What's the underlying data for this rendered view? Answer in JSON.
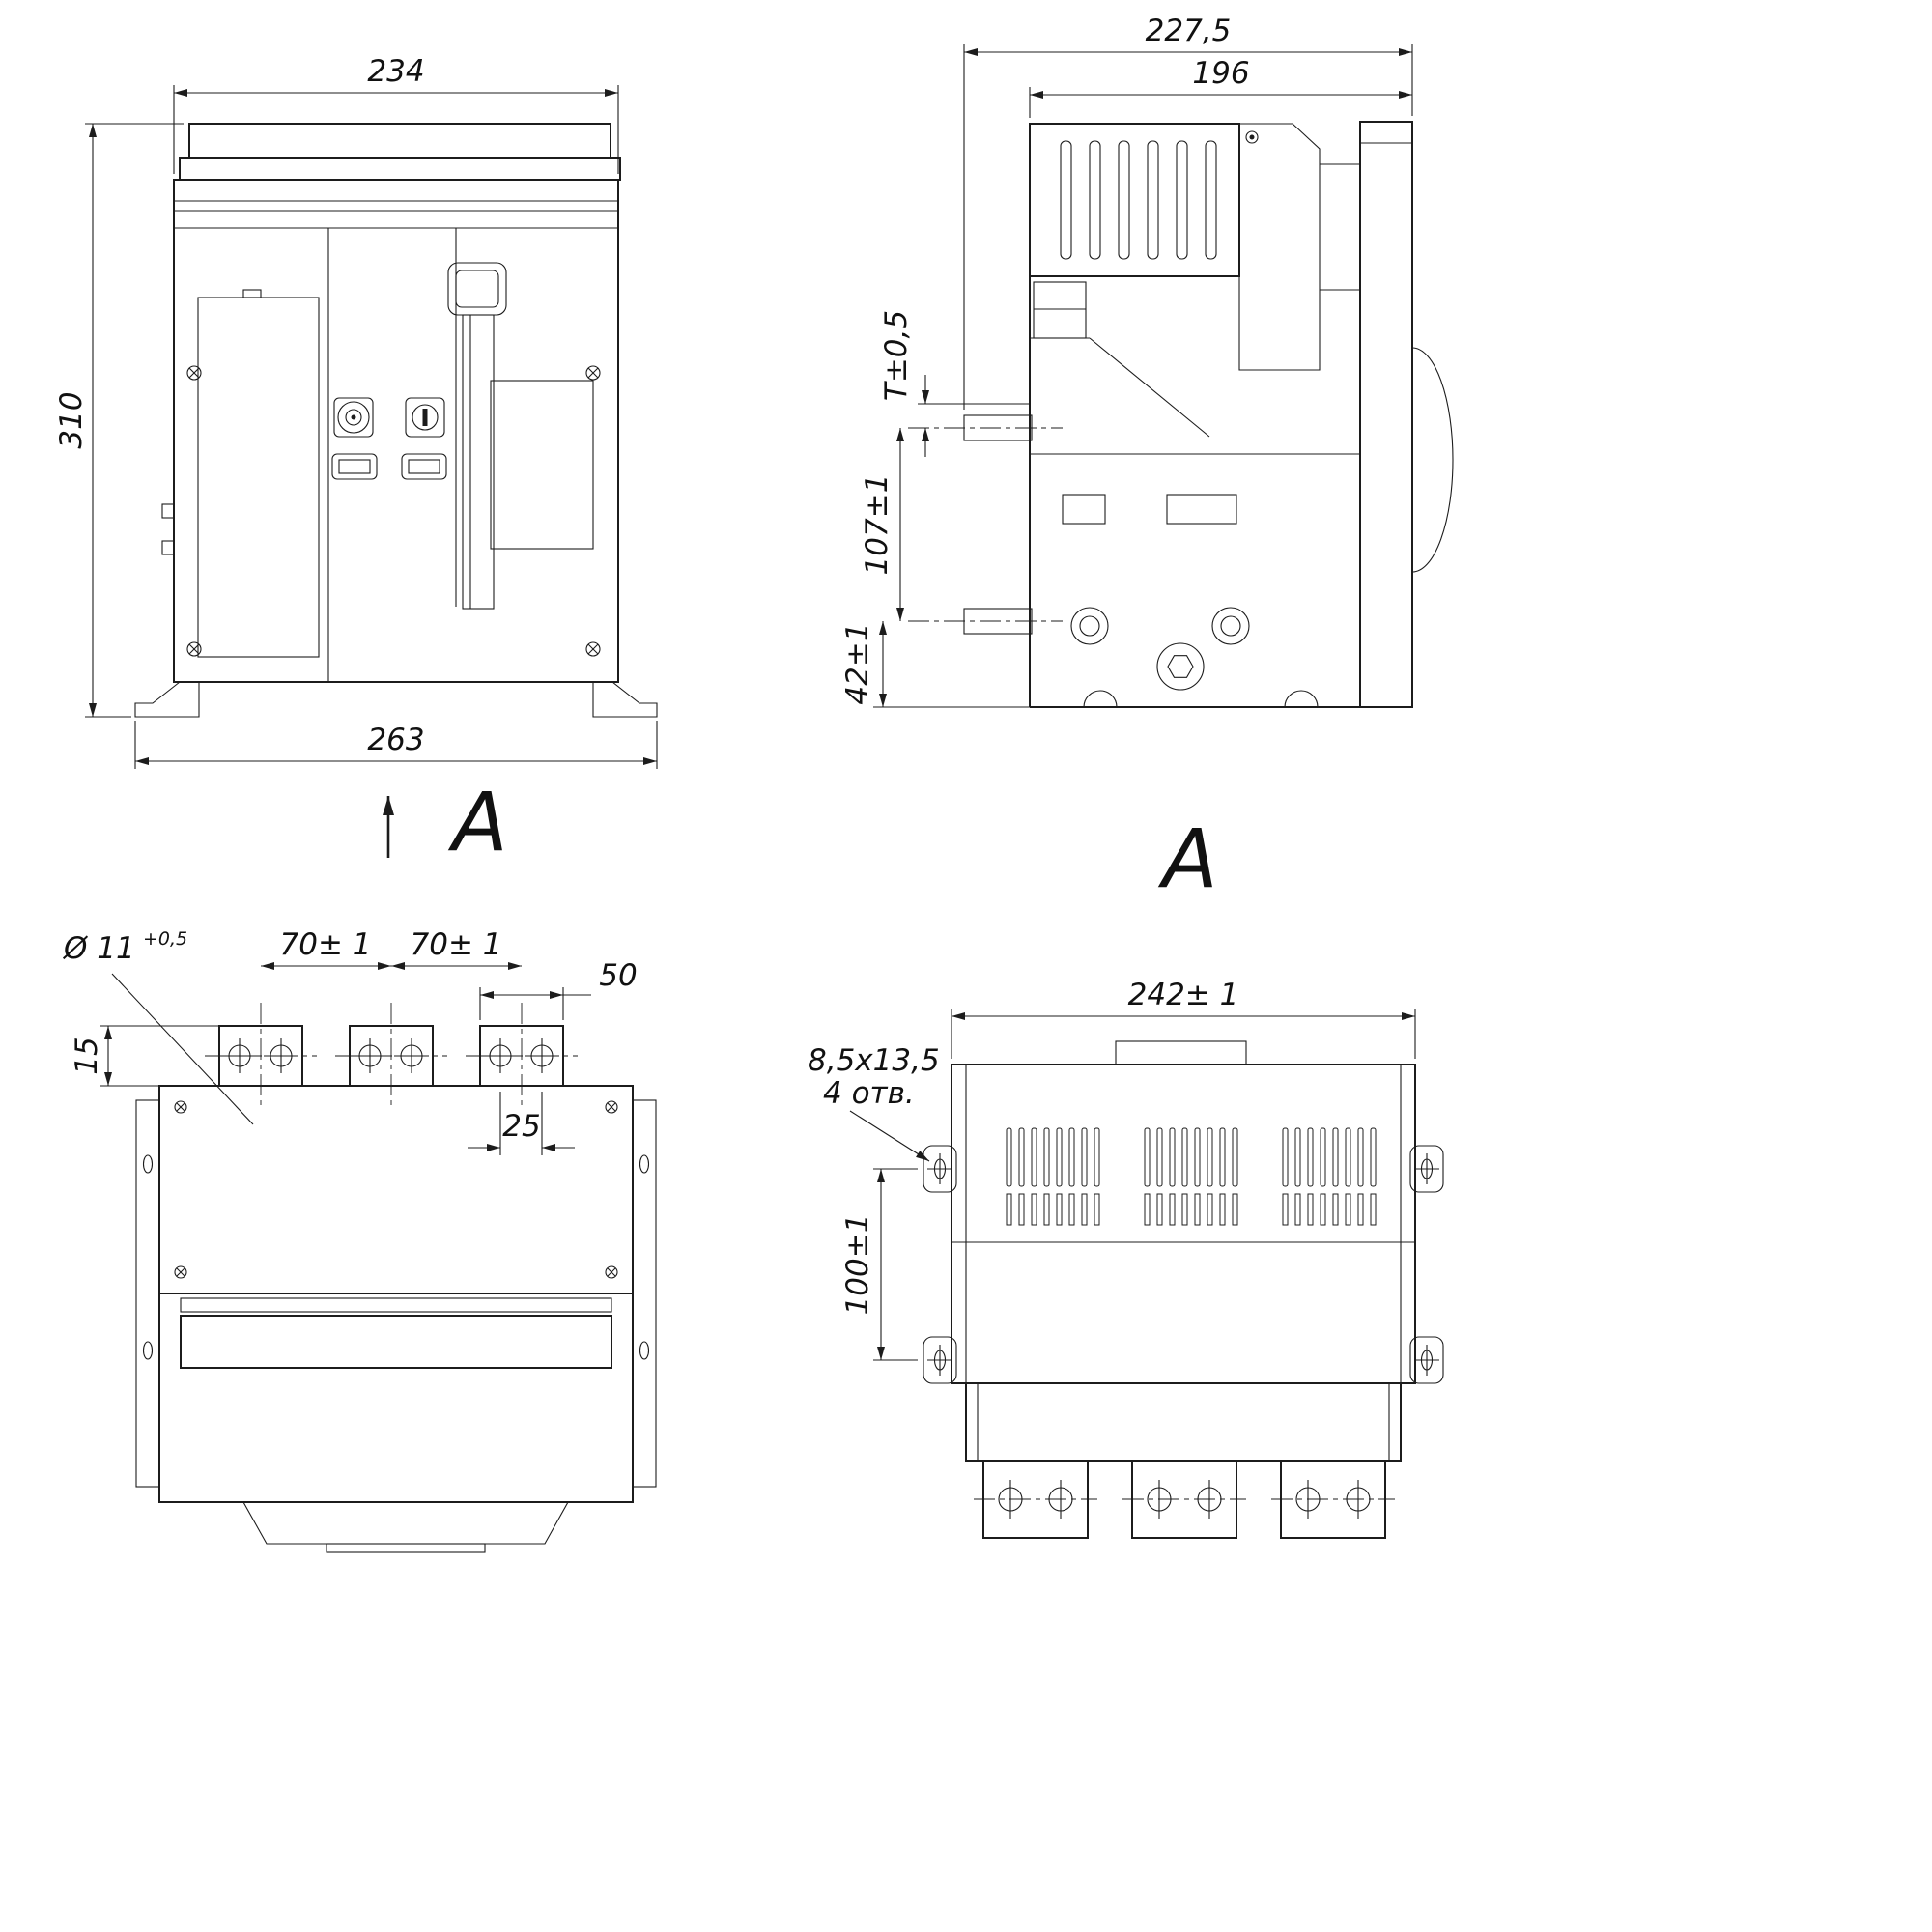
{
  "views": {
    "front": {
      "dim_width_top": "234",
      "dim_height": "310",
      "dim_width_bottom": "263",
      "view_arrow_label": "A"
    },
    "side": {
      "dim_overall": "227,5",
      "dim_body": "196",
      "dim_t": "T±0,5",
      "dim_107": "107±1",
      "dim_42": "42±1",
      "view_label": "A"
    },
    "top": {
      "hole_dia": "Ø 11",
      "hole_dia_tol": "+0,5",
      "dim_70_left": "70± 1",
      "dim_70_right": "70± 1",
      "dim_50": "50",
      "dim_15": "15",
      "dim_25": "25"
    },
    "rear": {
      "dim_242": "242± 1",
      "slot_size": "8,5x13,5",
      "slot_qty": "4 отв.",
      "dim_100": "100±1"
    }
  }
}
